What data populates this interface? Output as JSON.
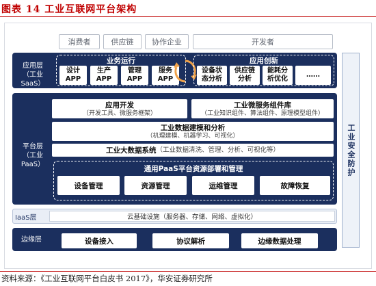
{
  "figure": {
    "title": "图表 14  工业互联网平台架构",
    "source": "资料来源：《工业互联网平台白皮书 2017》，华安证券研究所"
  },
  "users": [
    "消费者",
    "供应链",
    "协作企业",
    "开发者"
  ],
  "saas": {
    "label_line1": "应用层",
    "label_line2": "（工业SaaS）",
    "business_title": "业务运行",
    "business_apps": [
      {
        "line1": "设计",
        "line2": "APP"
      },
      {
        "line1": "生产",
        "line2": "APP"
      },
      {
        "line1": "管理",
        "line2": "APP"
      },
      {
        "line1": "服务",
        "line2": "APP"
      }
    ],
    "innovation_title": "应用创新",
    "innovation_apps": [
      {
        "line1": "设备状",
        "line2": "态分析"
      },
      {
        "line1": "供应链",
        "line2": "分析"
      },
      {
        "line1": "能耗分",
        "line2": "析优化"
      },
      {
        "line1": "……",
        "line2": ""
      }
    ]
  },
  "paas": {
    "label_line1": "平台层",
    "label_line2": "（工业PaaS）",
    "app_dev_title": "应用开发",
    "app_dev_sub": "（开发工具、微服务框架）",
    "micro_title": "工业微服务组件库",
    "micro_sub": "（工业知识组件、算法组件、原理模型组件）",
    "modeling_title": "工业数据建模和分析",
    "modeling_sub": "（机理建模、机器学习、可视化）",
    "bigdata_title": "工业大数据系统",
    "bigdata_sub": "（工业数据清洗、管理、分析、可视化等）",
    "resource_title": "通用PaaS平台资源部署和管理",
    "resource_items": [
      "设备管理",
      "资源管理",
      "运维管理",
      "故障恢复"
    ]
  },
  "iaas": {
    "label": "IaaS层",
    "content": "云基础设施（服务器、存储、网络、虚拟化）"
  },
  "edge": {
    "label": "边缘层",
    "items": [
      "设备接入",
      "协议解析",
      "边缘数据处理"
    ]
  },
  "security": {
    "label": "工业安全防护"
  },
  "colors": {
    "layer_blue": "#1b2f5e",
    "title_red": "#c00000",
    "cycle_orange": "#f0a24a"
  }
}
